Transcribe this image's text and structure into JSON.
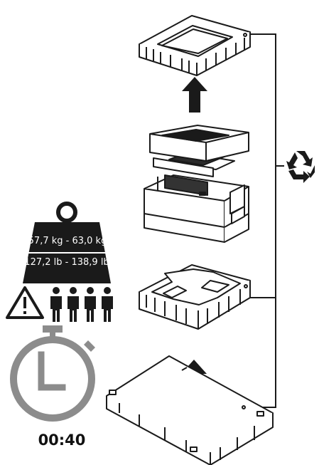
{
  "weight": {
    "kg": "57,7 kg - 63,0 kg",
    "lb": "127,2 lb - 138,9 lb"
  },
  "timer": "00:40",
  "icons": [
    "weight-icon",
    "caution-icon",
    "four-person-lift-icon",
    "stopwatch-icon",
    "recycle-icon",
    "up-arrow-icon"
  ],
  "colors": {
    "ink": "#1a1a1a",
    "timer_gray": "#8c8c8c",
    "paper": "#ffffff"
  }
}
